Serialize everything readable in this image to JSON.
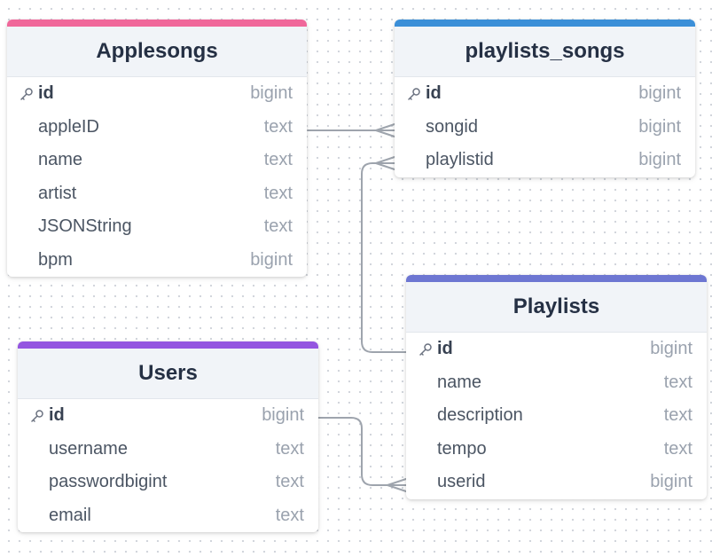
{
  "colors": {
    "applesongs_accent": "#f0679a",
    "playlists_songs_accent": "#3b8fd8",
    "playlists_accent": "#6d76d2",
    "users_accent": "#9456e0",
    "connector": "#9ea4ad",
    "canvas_dots": "#cfd3da"
  },
  "tables": {
    "applesongs": {
      "name": "Applesongs",
      "fields": [
        {
          "name": "id",
          "type": "bigint",
          "pk": true
        },
        {
          "name": "appleID",
          "type": "text"
        },
        {
          "name": "name",
          "type": "text"
        },
        {
          "name": "artist",
          "type": "text"
        },
        {
          "name": "JSONString",
          "type": "text"
        },
        {
          "name": "bpm",
          "type": "bigint"
        }
      ]
    },
    "playlists_songs": {
      "name": "playlists_songs",
      "fields": [
        {
          "name": "id",
          "type": "bigint",
          "pk": true
        },
        {
          "name": "songid",
          "type": "bigint"
        },
        {
          "name": "playlistid",
          "type": "bigint"
        }
      ]
    },
    "playlists": {
      "name": "Playlists",
      "fields": [
        {
          "name": "id",
          "type": "bigint",
          "pk": true
        },
        {
          "name": "name",
          "type": "text"
        },
        {
          "name": "description",
          "type": "text"
        },
        {
          "name": "tempo",
          "type": "text"
        },
        {
          "name": "userid",
          "type": "bigint"
        }
      ]
    },
    "users": {
      "name": "Users",
      "fields": [
        {
          "name": "id",
          "type": "bigint",
          "pk": true
        },
        {
          "name": "username",
          "type": "text"
        },
        {
          "name": "passwordbigint",
          "type": "text"
        },
        {
          "name": "email",
          "type": "text"
        }
      ]
    }
  },
  "relationships": [
    {
      "from": "Applesongs.appleID",
      "to": "playlists_songs.songid",
      "cardinality": "one-to-many"
    },
    {
      "from": "Playlists.id",
      "to": "playlists_songs.playlistid",
      "cardinality": "one-to-many"
    },
    {
      "from": "Users.id",
      "to": "Playlists.userid",
      "cardinality": "one-to-many"
    }
  ]
}
